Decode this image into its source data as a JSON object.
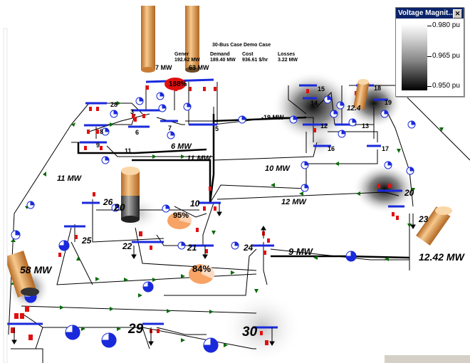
{
  "summary": {
    "title": "30-Bus Case Demo Case",
    "gen_label": "Gener",
    "gen_value": "192.62 MW",
    "demand_label": "Demand",
    "demand_value": "189.40 MW",
    "cost_label": "Cost",
    "cost_value": "936.61 $/hr",
    "losses_label": "Losses",
    "losses_value": "3.22 MW"
  },
  "gens": {
    "g1": "7 MW",
    "g1_pct": "188%",
    "g2": "63 MW",
    "g22": "20",
    "g13": "12.4",
    "g23": "12.42 MW",
    "g27": "58 MW"
  },
  "flows": {
    "f1": "-19 MW",
    "f2": "6 MW",
    "f3": "11 MW",
    "f4": "10 MW",
    "f5": "12 MW",
    "f6": "11 MW",
    "f7": "9 MW"
  },
  "pies": {
    "p1": "95%",
    "p2": "84%"
  },
  "buses": {
    "b28": "28",
    "b3": "3",
    "b6": "6",
    "b7": "7",
    "b5": "5",
    "b8": "8",
    "b9": "9",
    "b11": "11",
    "b15": "15",
    "b14": "14",
    "b12": "12",
    "b13": "13",
    "b16": "16",
    "b17": "17",
    "b18": "18",
    "b19": "19",
    "b10": "10",
    "b26": "26",
    "b25": "25",
    "b22": "22",
    "b21": "21",
    "b24": "24",
    "b20": "20",
    "b23": "23",
    "b29": "29",
    "b30": "30"
  },
  "legend": {
    "title": "Voltage Magnit...",
    "ticks": [
      "0.980 pu",
      "0.965 pu",
      "0.950 pu"
    ]
  },
  "status": {
    "text": ""
  },
  "colors": {
    "bus": "#1a2adb",
    "breaker": "#e01010",
    "flow_arrow": "#0a6b0a",
    "loading_pie": "#f7a365",
    "generator": "#f0b070"
  }
}
